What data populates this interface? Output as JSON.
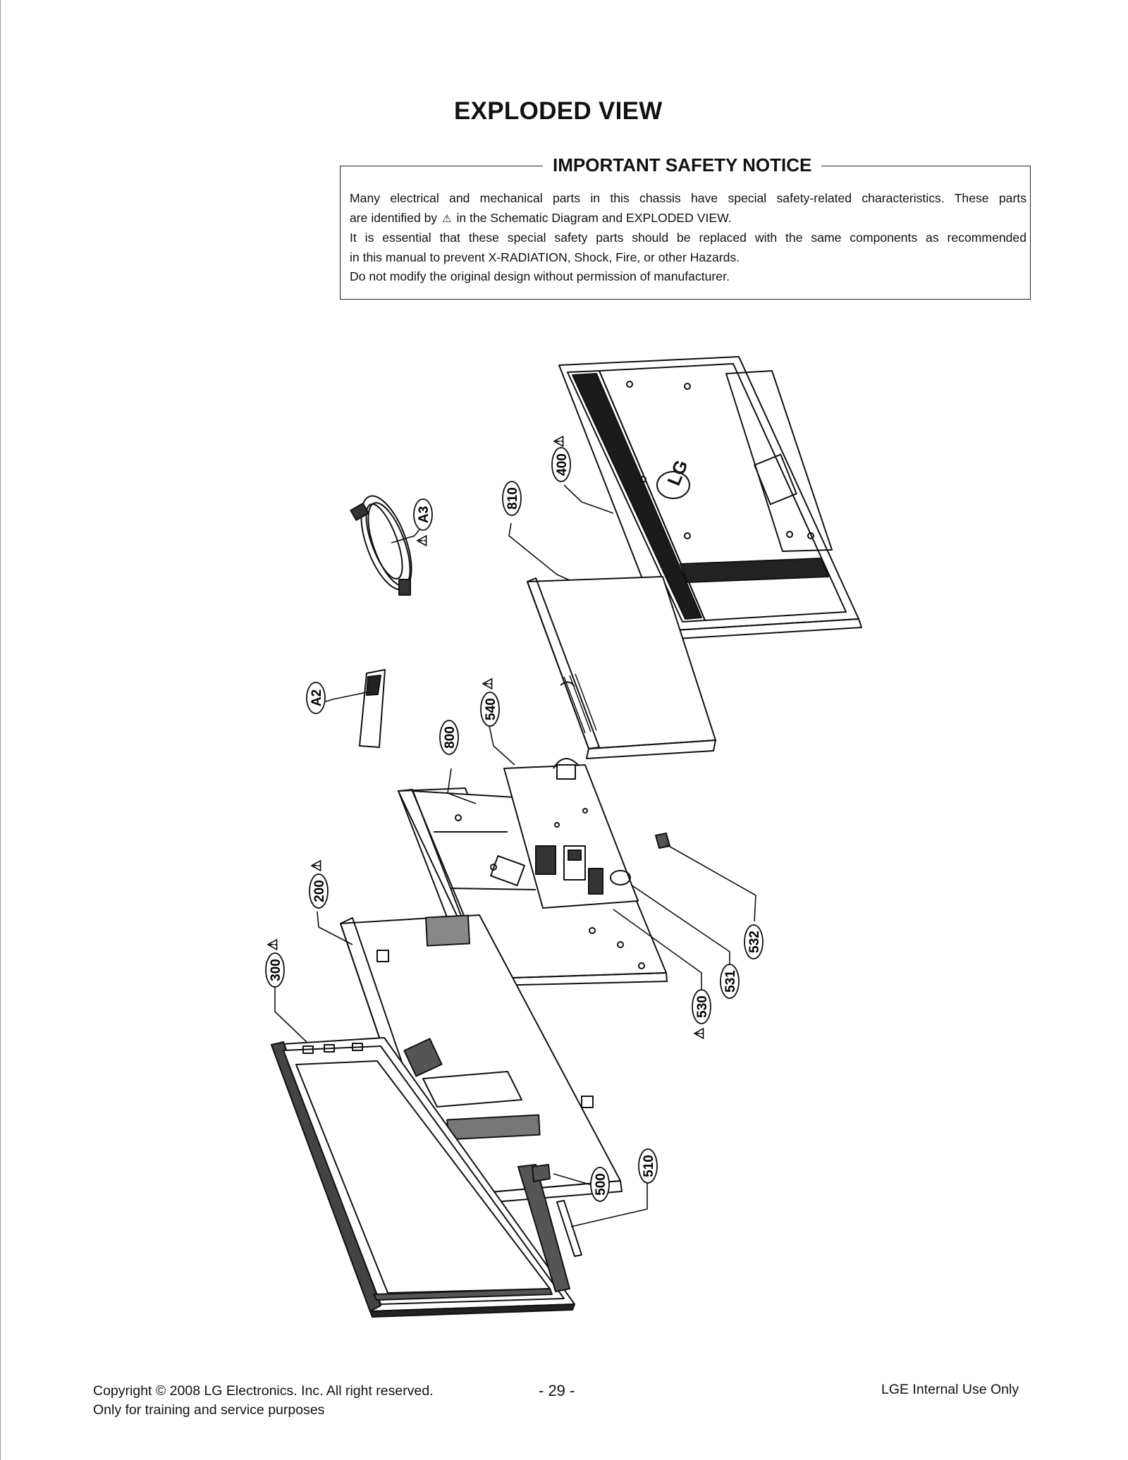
{
  "page": {
    "title": "EXPLODED VIEW"
  },
  "notice": {
    "title": "IMPORTANT SAFETY NOTICE",
    "line1": "Many electrical and mechanical parts in this chassis have special safety-related characteristics. These parts",
    "line2_before": "are identified by",
    "line2_symbol": "⚠",
    "line2_after": " in the Schematic Diagram and EXPLODED VIEW.",
    "line3": "It is essential that these special safety parts should be replaced with the same components as recommended",
    "line4": "in this manual to prevent X-RADIATION, Shock, Fire, or other Hazards.",
    "line5": "Do not modify the original design without permission of manufacturer."
  },
  "drawing": {
    "logo_text": "LG",
    "warning_symbol": "⚠",
    "callouts": [
      {
        "id": "400",
        "warning": true
      },
      {
        "id": "810",
        "warning": false
      },
      {
        "id": "A3",
        "warning": true
      },
      {
        "id": "A2",
        "warning": false
      },
      {
        "id": "540",
        "warning": true
      },
      {
        "id": "800",
        "warning": false
      },
      {
        "id": "200",
        "warning": true
      },
      {
        "id": "300",
        "warning": true
      },
      {
        "id": "532",
        "warning": false
      },
      {
        "id": "531",
        "warning": false
      },
      {
        "id": "530",
        "warning": true
      },
      {
        "id": "500",
        "warning": false
      },
      {
        "id": "510",
        "warning": false
      }
    ]
  },
  "footer": {
    "copyright_line1": "Copyright  © 2008 LG Electronics. Inc. All right reserved.",
    "copyright_line2": "Only for training and service purposes",
    "page_number": "- 29 -",
    "internal": "LGE Internal Use Only"
  }
}
